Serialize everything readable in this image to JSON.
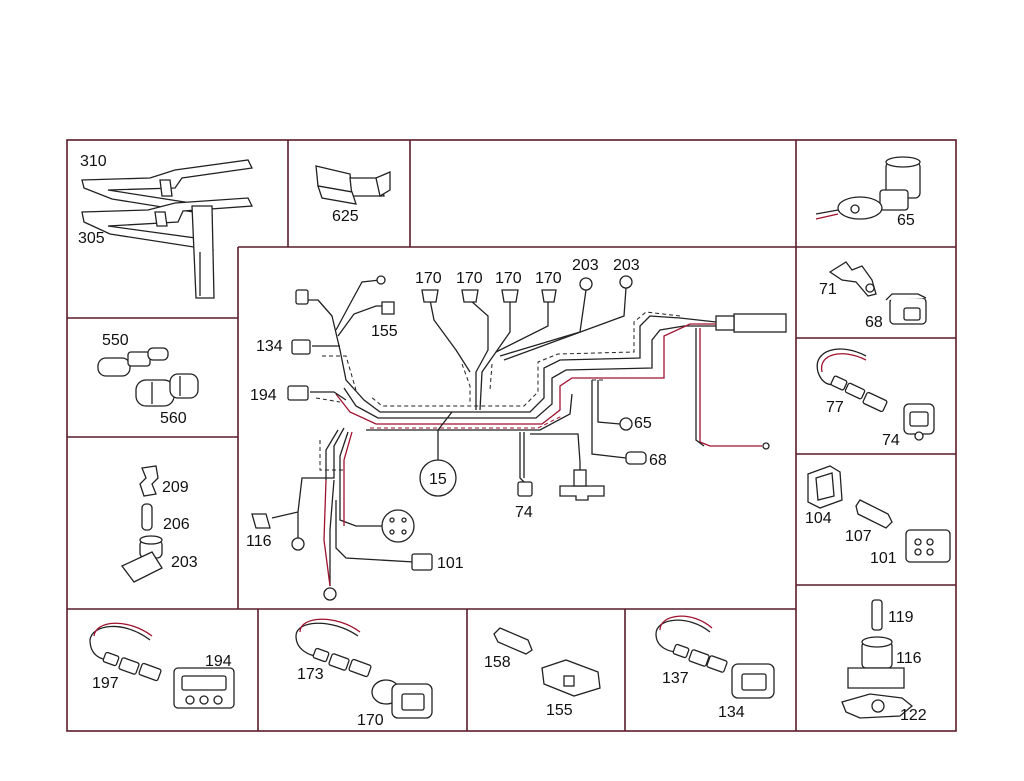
{
  "colors": {
    "frame": "#5a1a2a",
    "wire_accent": "#a0112e",
    "line": "#222222"
  },
  "callouts": {
    "c310": "310",
    "c305": "305",
    "c625": "625",
    "c65_top": "65",
    "c71": "71",
    "c68_top": "68",
    "c77": "77",
    "c74_right": "74",
    "c104": "104",
    "c107": "107",
    "c101_right": "101",
    "c550": "550",
    "c560": "560",
    "c209": "209",
    "c206": "206",
    "c203_left": "203",
    "c119": "119",
    "c116_right": "116",
    "c122": "122",
    "c197": "197",
    "c194_bottom": "194",
    "c173": "173",
    "c170_bottom": "170",
    "c158": "158",
    "c155_bottom": "155",
    "c137": "137",
    "c134_bottom": "134",
    "h170a": "170",
    "h170b": "170",
    "h170c": "170",
    "h170d": "170",
    "h203a": "203",
    "h203b": "203",
    "h155": "155",
    "h134": "134",
    "h194": "194",
    "h65": "65",
    "h68": "68",
    "h74": "74",
    "h116": "116",
    "h101": "101",
    "h15": "15"
  }
}
